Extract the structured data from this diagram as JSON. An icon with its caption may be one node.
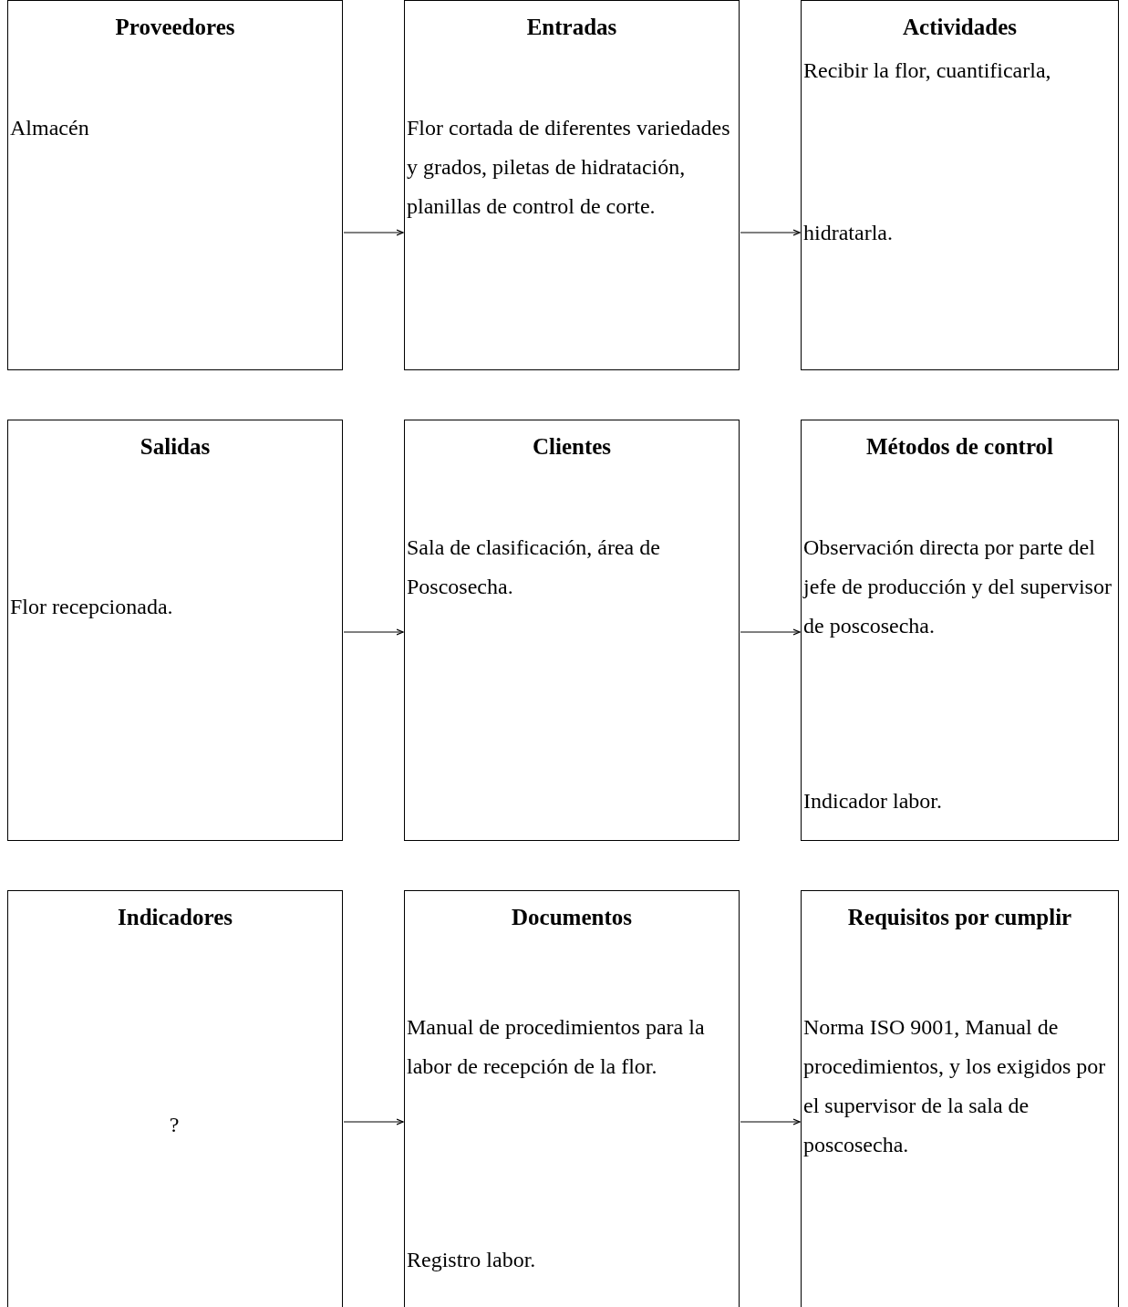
{
  "diagram": {
    "nodes": [
      {
        "text": [
          "Proveedores",
          "Almacén"
        ]
      },
      {
        "text": [
          "Entradas",
          "Flor cortada de diferentes variedades y grados, piletas de hidratación, planillas de control de corte."
        ]
      },
      {
        "text": [
          "Actividades",
          "Recibir la flor, cuantificarla,",
          "hidratarla."
        ]
      },
      {
        "text": [
          "Salidas",
          "Flor recepcionada."
        ]
      },
      {
        "text": [
          "Clientes",
          "Sala de clasificación, área de Poscosecha."
        ]
      },
      {
        "text": [
          "Métodos de control",
          "Observación directa por parte del jefe de producción y del supervisor de poscosecha.",
          "Indicador labor."
        ]
      },
      {
        "text": [
          "Indicadores",
          "?"
        ]
      },
      {
        "text": [
          "Documentos",
          "Manual de procedimientos para la labor de recepción de la flor.",
          "Registro labor."
        ]
      },
      {
        "text": [
          "Requisitos por cumplir",
          "Norma ISO 9001, Manual de procedimientos, y los exigidos por el supervisor de la sala de poscosecha."
        ]
      }
    ],
    "edges": [
      {
        "from": 0,
        "to": 1,
        "arrow": "to"
      },
      {
        "from": 1,
        "to": 2,
        "arrow": "to"
      },
      {
        "from": 3,
        "to": 4,
        "arrow": "to"
      },
      {
        "from": 4,
        "to": 5,
        "arrow": "to"
      },
      {
        "from": 6,
        "to": 7,
        "arrow": "to"
      },
      {
        "from": 7,
        "to": 8,
        "arrow": "to"
      }
    ]
  }
}
